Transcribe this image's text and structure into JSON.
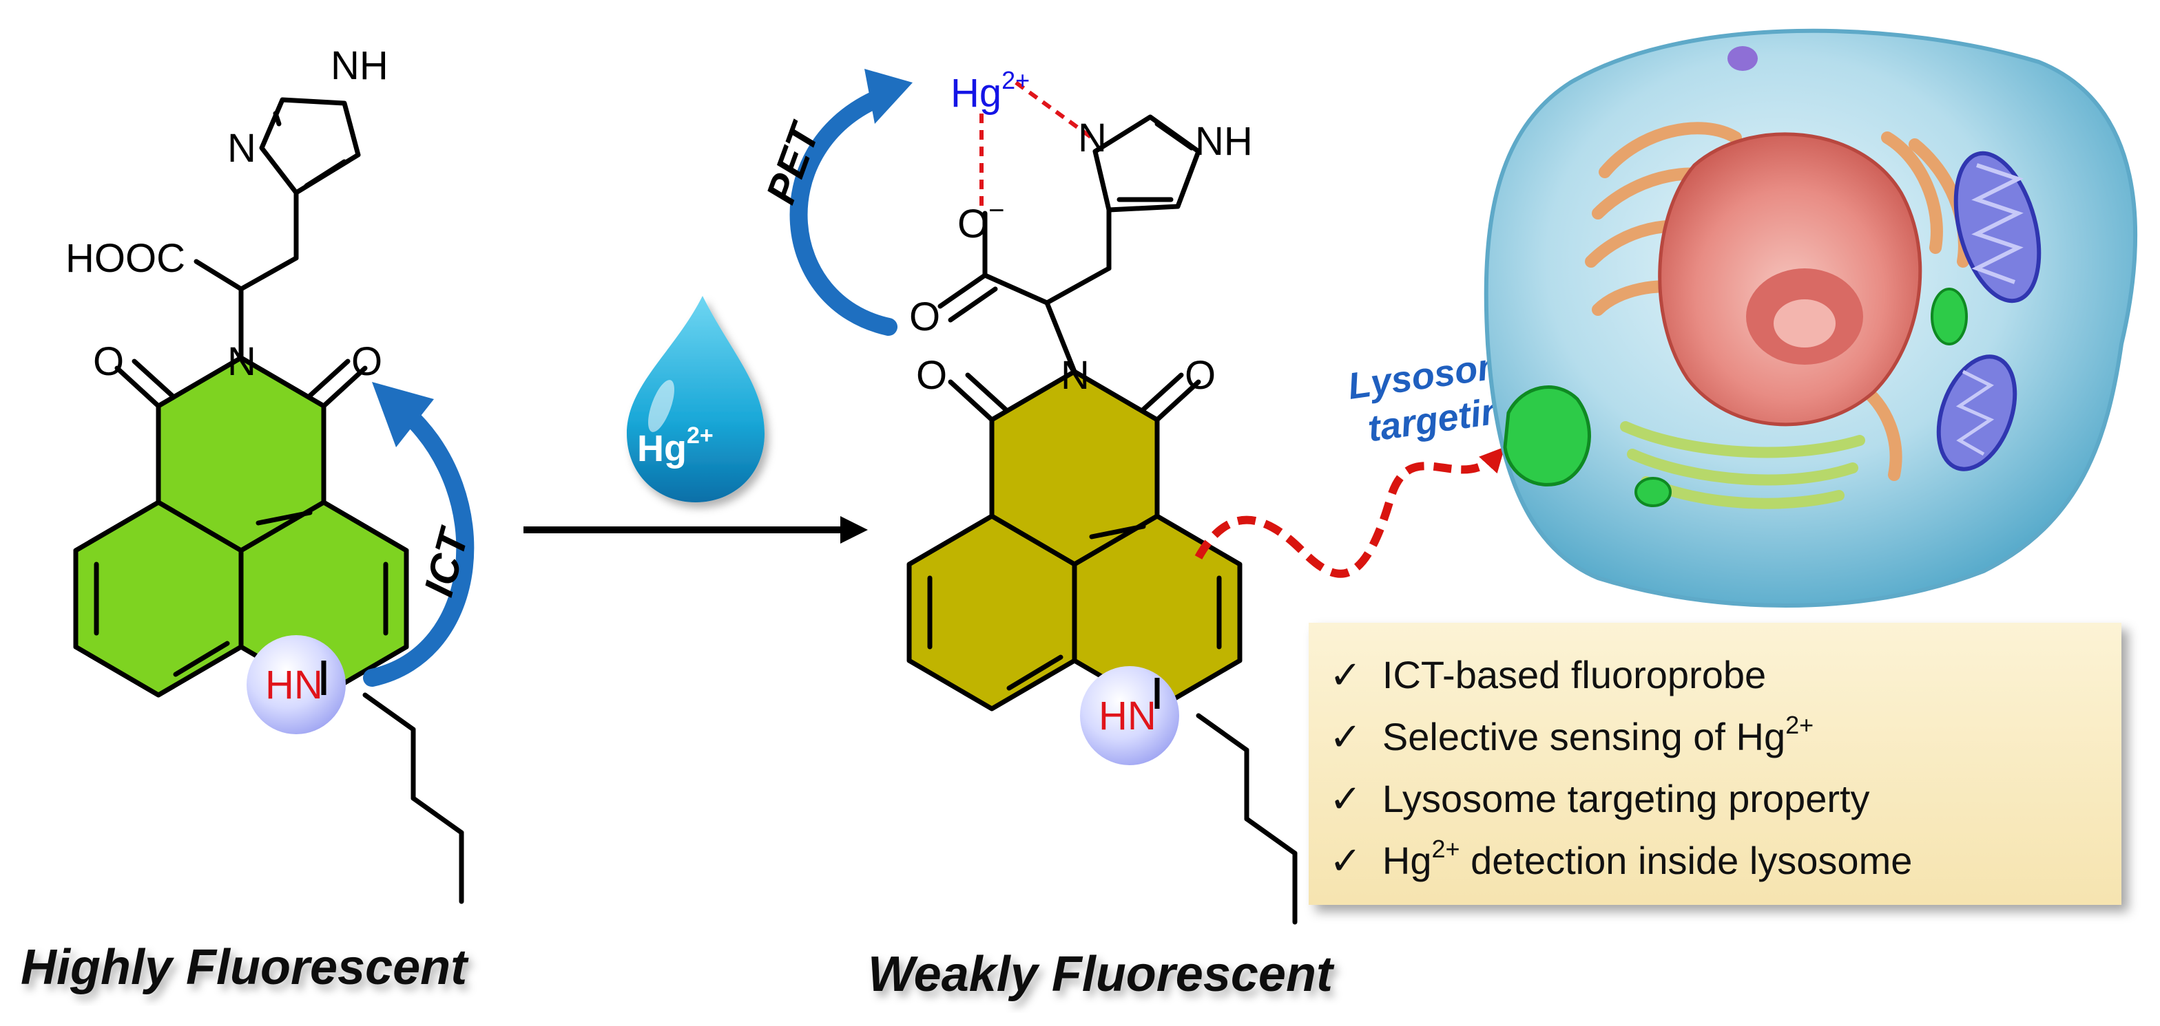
{
  "probe": {
    "left": {
      "cooh_label": "HOOC",
      "imidazole_n": "N",
      "imidazole_nh": "NH",
      "imide_n": "N",
      "carbonyl_o_left": "O",
      "carbonyl_o_right": "O",
      "amine_label": "HN",
      "arrow_label": "ICT",
      "caption": "Highly Fluorescent",
      "ring_color": "#7ED321"
    },
    "right": {
      "metal_label": "Hg",
      "metal_charge": "2+",
      "carboxylate_o": "O",
      "carboxylate_charge": "−",
      "carbonyl_o_acid": "O",
      "imidazole_n": "N",
      "imidazole_nh": "NH",
      "imide_n": "N",
      "carbonyl_o_left": "O",
      "carbonyl_o_right": "O",
      "amine_label": "HN",
      "arrow_label": "PET",
      "caption": "Weakly Fluorescent",
      "ring_color": "#C0B400"
    }
  },
  "reagent": {
    "label": "Hg",
    "charge": "2+"
  },
  "targeting": {
    "line1": "Lysosome",
    "line2": "targeting"
  },
  "features": {
    "check": "✓",
    "items": [
      {
        "text": "ICT-based fluoroprobe",
        "sup": "",
        "tail": ""
      },
      {
        "text": "Selective sensing of Hg",
        "sup": "2+",
        "tail": ""
      },
      {
        "text": "Lysosome targeting property",
        "sup": "",
        "tail": ""
      },
      {
        "text": "Hg",
        "sup": "2+",
        "tail": " detection inside lysosome"
      }
    ]
  },
  "colors": {
    "ict_arrow": "#1E6FC0",
    "pet_arrow": "#1E6FC0",
    "targeting_text": "#1F5FBF",
    "wavy_arrow": "#D9140F",
    "amine_n": "#E0141A",
    "metal": "#1414E6",
    "features_bg": "#FBEFC8"
  }
}
